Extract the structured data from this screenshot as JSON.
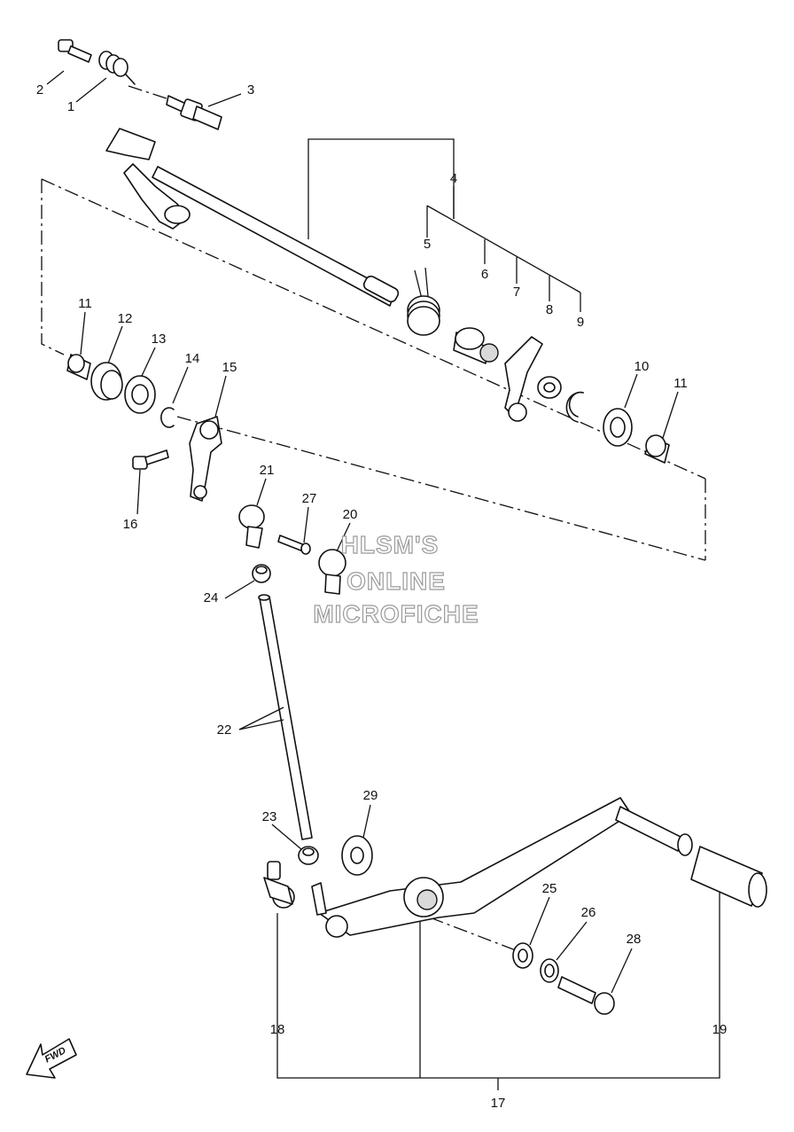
{
  "callouts": [
    "1",
    "2",
    "3",
    "4",
    "5",
    "6",
    "7",
    "8",
    "9",
    "10",
    "11",
    "11",
    "12",
    "13",
    "14",
    "15",
    "16",
    "17",
    "18",
    "19",
    "20",
    "21",
    "22",
    "23",
    "24",
    "25",
    "26",
    "27",
    "28",
    "29"
  ],
  "watermark": [
    "HLSM'S",
    "ONLINE",
    "MICROFICHE"
  ],
  "fwd_label": "FWD",
  "icons": {
    "fwd": "fwd-arrow-icon"
  }
}
